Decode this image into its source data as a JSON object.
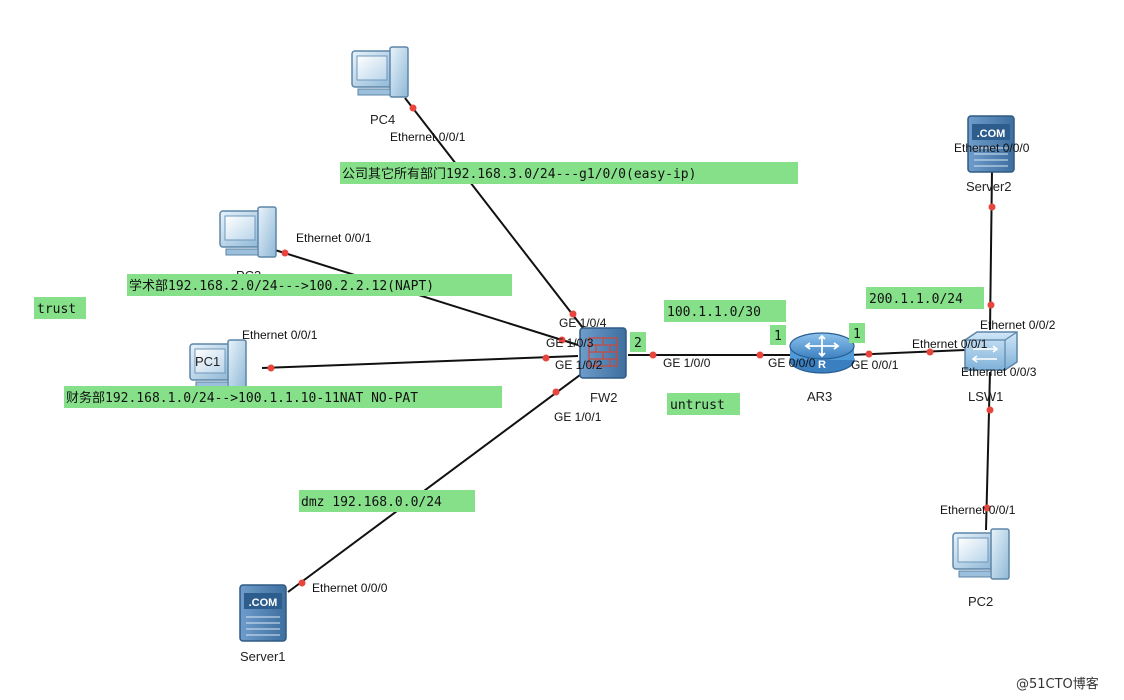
{
  "devices": {
    "pc4": "PC4",
    "pc3": "PC3",
    "pc1": "PC1",
    "pc2": "PC2",
    "server1": "Server1",
    "server2": "Server2",
    "fw2": "FW2",
    "ar3": "AR3",
    "lsw1": "LSW1"
  },
  "ports": {
    "pc4_eth": "Ethernet 0/0/1",
    "pc3_eth": "Ethernet 0/0/1",
    "pc1_eth": "Ethernet 0/0/1",
    "server1_eth": "Ethernet 0/0/0",
    "server2_eth": "Ethernet 0/0/0",
    "pc2_eth": "Ethernet 0/0/1",
    "fw_ge104": "GE 1/0/4",
    "fw_ge103": "GE 1/0/3",
    "fw_ge102": "GE 1/0/2",
    "fw_ge101": "GE 1/0/1",
    "fw_ge100": "GE 1/0/0",
    "ar_ge000": "GE 0/0/0",
    "ar_ge001": "GE 0/0/1",
    "sw_eth001": "Ethernet 0/0/1",
    "sw_eth002": "Ethernet 0/0/2",
    "sw_eth003": "Ethernet 0/0/3"
  },
  "notes": {
    "other_depts": "公司其它所有部门192.168.3.0/24---g1/0/0(easy-ip)",
    "academic": "学术部192.168.2.0/24--->100.2.2.12(NAPT)",
    "trust": "trust",
    "finance": "财务部192.168.1.0/24-->100.1.1.10-11NAT NO-PAT",
    "dmz": "dmz 192.168.0.0/24",
    "wan_subnet": "100.1.1.0/30",
    "untrust": "untrust",
    "lan_subnet": "200.1.1.0/24",
    "fw_side": "2",
    "ar_left": "1",
    "ar_right": "1"
  },
  "icons": {
    "server_badge": ".COM"
  },
  "watermark": "@51CTO博客",
  "colors": {
    "note_bg": "#86e08a",
    "link": "#111111",
    "port_dot": "#e8453c",
    "router": "#4f9ad8"
  }
}
